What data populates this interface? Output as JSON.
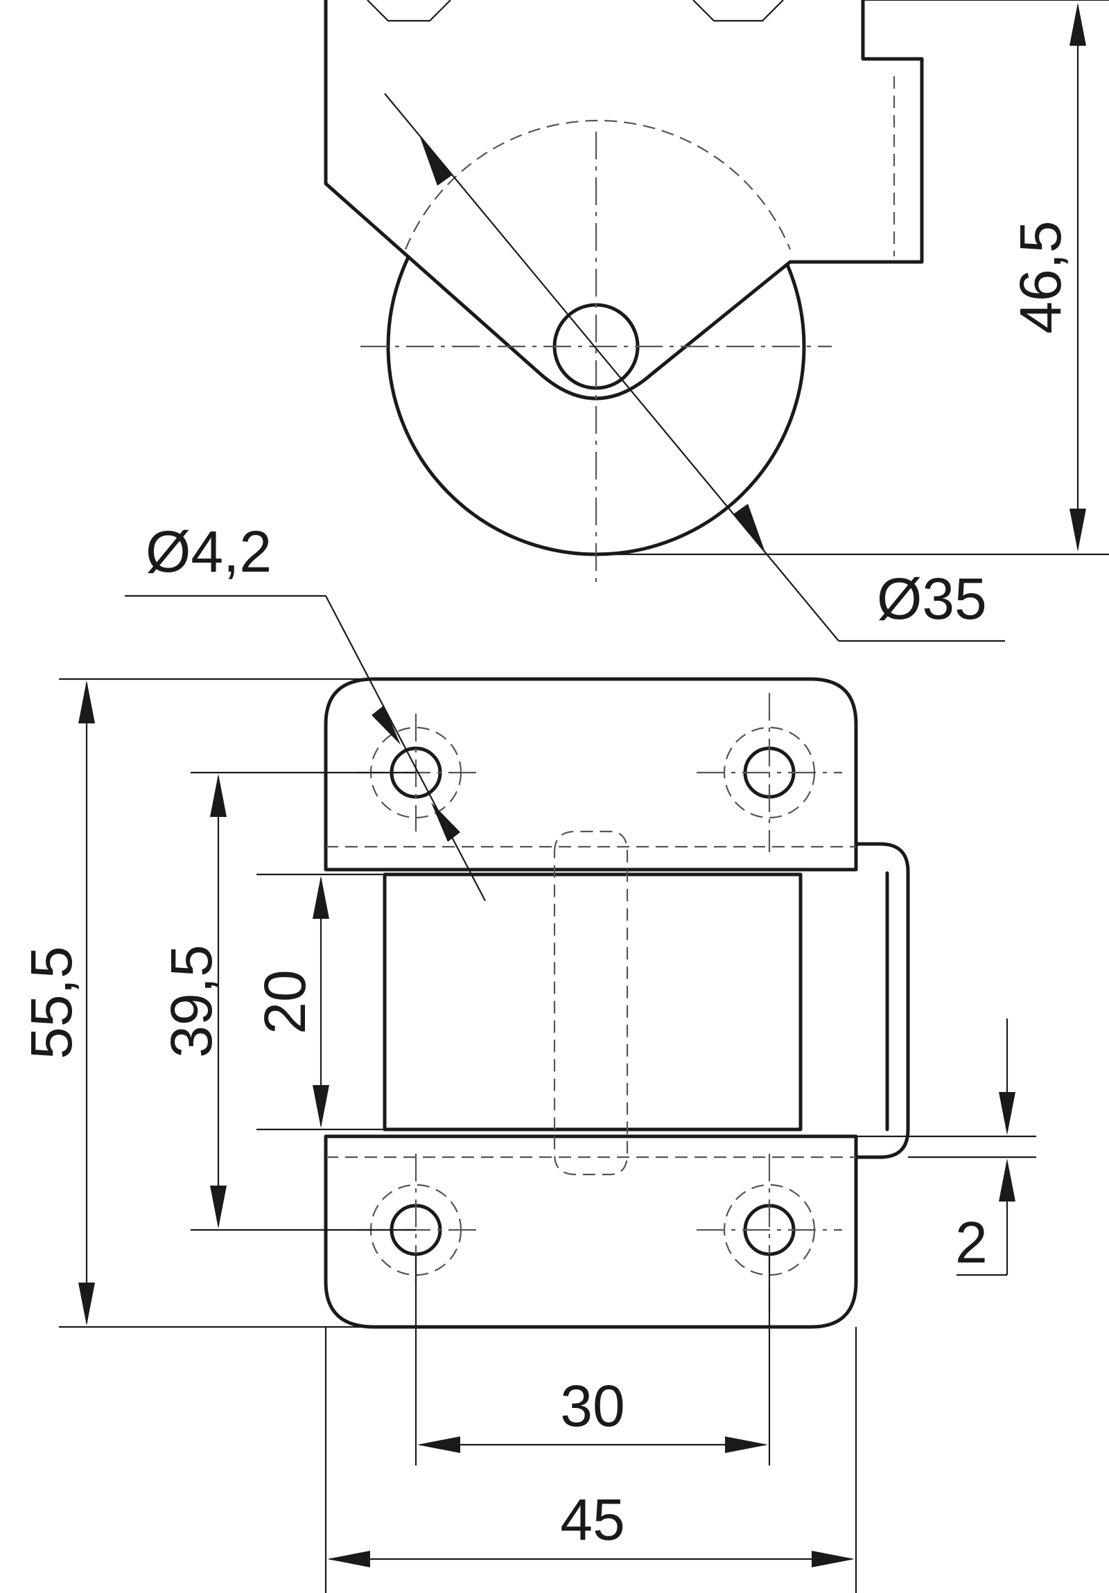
{
  "dimensions": {
    "height_side": "46,5",
    "wheel_diameter": "Ø35",
    "hole_diameter": "Ø4,2",
    "total_length": "55,5",
    "hole_spacing_vertical": "39,5",
    "wheel_width": "20",
    "offset": "2",
    "hole_spacing_horizontal": "30",
    "total_width": "45"
  }
}
